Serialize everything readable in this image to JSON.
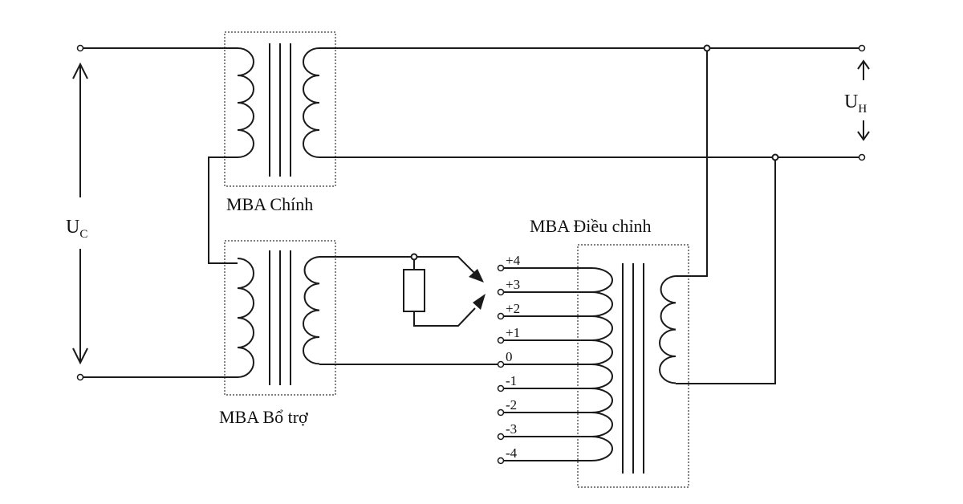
{
  "labels": {
    "main_transformer": "MBA Chính",
    "auxiliary_transformer": "MBA Bổ trợ",
    "regulating_transformer": "MBA Điều chỉnh",
    "input_voltage_main": "U",
    "input_voltage_sub": "C",
    "output_voltage_main": "U",
    "output_voltage_sub": "H"
  },
  "taps": [
    "+4",
    "+3",
    "+2",
    "+1",
    "0",
    "-1",
    "-2",
    "-3",
    "-4"
  ]
}
